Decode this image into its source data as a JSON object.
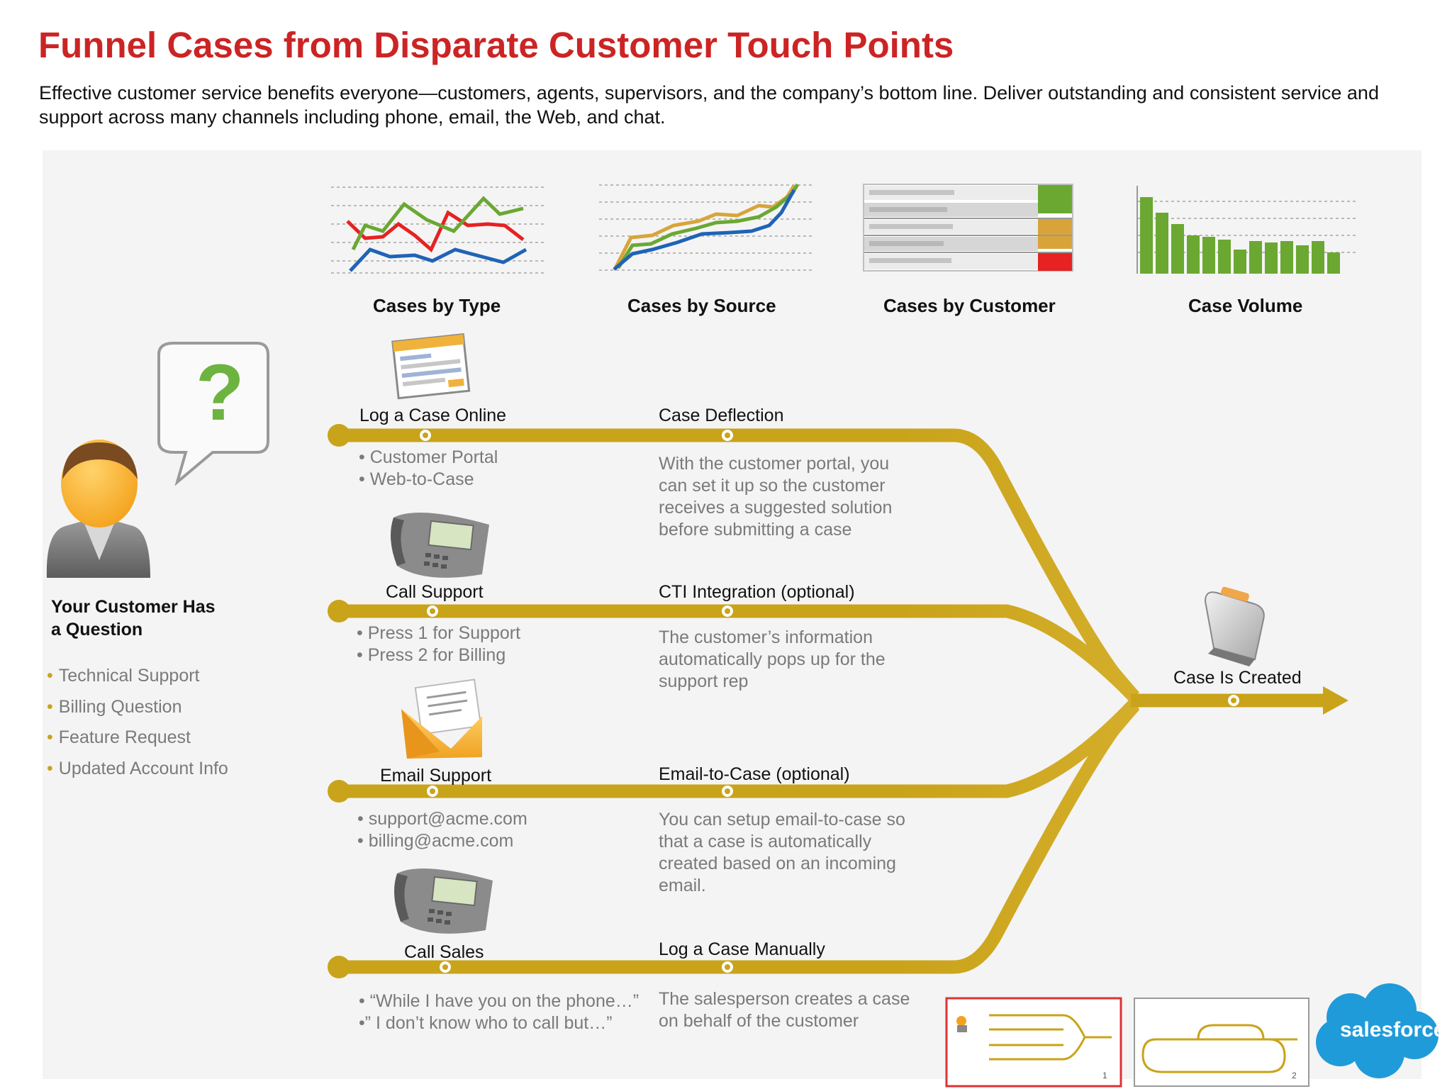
{
  "header": {
    "title": "Funnel Cases from Disparate Customer Touch Points",
    "intro": "Effective customer service benefits everyone—customers, agents, supervisors, and the company’s bottom line. Deliver outstanding and consistent service and support across many channels including phone, email, the Web, and chat."
  },
  "charts": {
    "by_type": "Cases by Type",
    "by_source": "Cases by Source",
    "by_customer": "Cases by Customer",
    "volume": "Case Volume"
  },
  "customer": {
    "title_line1": "Your Customer Has",
    "title_line2": "a Question",
    "question_mark": "?",
    "items": [
      "Technical Support",
      "Billing Question",
      "Feature Request",
      "Updated Account Info"
    ]
  },
  "channels": [
    {
      "name": "Log a Case Online",
      "bullets": [
        "• Customer Portal",
        "• Web-to-Case"
      ],
      "feature": "Case Deflection",
      "description": "With the customer portal, you can set it up so the customer receives a suggested solution before submitting a case"
    },
    {
      "name": "Call Support",
      "bullets": [
        "• Press 1 for Support",
        "• Press 2 for Billing"
      ],
      "feature": "CTI Integration (optional)",
      "description": "The customer’s information automatically pops up for the support rep"
    },
    {
      "name": "Email Support",
      "bullets": [
        "• support@acme.com",
        "• billing@acme.com"
      ],
      "feature": "Email-to-Case (optional)",
      "description": "You can setup email-to-case so that a case is automatically created based on an incoming email."
    },
    {
      "name": "Call Sales",
      "bullets": [
        "• “While I have you on the phone…”",
        "•” I don’t know who to call but…”"
      ],
      "feature": "Log a Case Manually",
      "description": "The salesperson creates a case on behalf of the customer"
    }
  ],
  "result": {
    "label": "Case Is Created"
  },
  "thumbnails": {
    "first": "1",
    "second": "2"
  },
  "brand": {
    "logo_text": "salesforce"
  },
  "colors": {
    "title": "#cc2424",
    "track": "#c9a31a",
    "brand": "#1f9bd9",
    "chart_green": "#6aa832",
    "chart_red": "#e62222",
    "chart_blue": "#1f63b6",
    "chart_orange": "#d8a43a"
  }
}
